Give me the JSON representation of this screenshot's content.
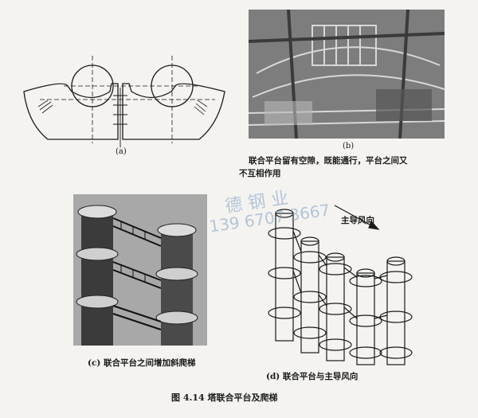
{
  "figure": {
    "label_a": "(a)",
    "label_b": "(b)",
    "caption_b_line1": "联合平台留有空隙，既能通行，平台之间又",
    "caption_b_line2": "不互相作用",
    "label_c": "(c) 联合平台之间增加斜爬梯",
    "wind_label": "主导风向",
    "label_d": "(d) 联合平台与主导风向",
    "figure_caption": "图 4.14    塔联合平台及爬梯"
  },
  "watermark": {
    "text1": "德 钢 业",
    "text2": "139 6707 3667"
  },
  "colors": {
    "ink": "#1a1a1a",
    "paper": "#f4f3ef",
    "watermark": "#7fa0c8"
  }
}
